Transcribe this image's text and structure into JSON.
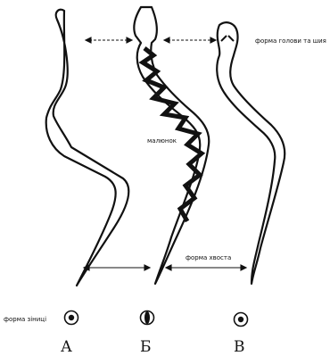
{
  "labels": {
    "head_shape": "форма голови та шия",
    "pattern": "малюнок",
    "tail_shape": "форма хвоста",
    "pupil_shape": "форма зіниці"
  },
  "snakes": [
    {
      "letter": "А",
      "head": "rounded",
      "pattern": "none",
      "pupil": "round"
    },
    {
      "letter": "Б",
      "head": "triangular",
      "pattern": "zigzag",
      "pupil": "vertical-slit"
    },
    {
      "letter": "В",
      "head": "rounded",
      "pattern": "none",
      "pupil": "round"
    }
  ]
}
